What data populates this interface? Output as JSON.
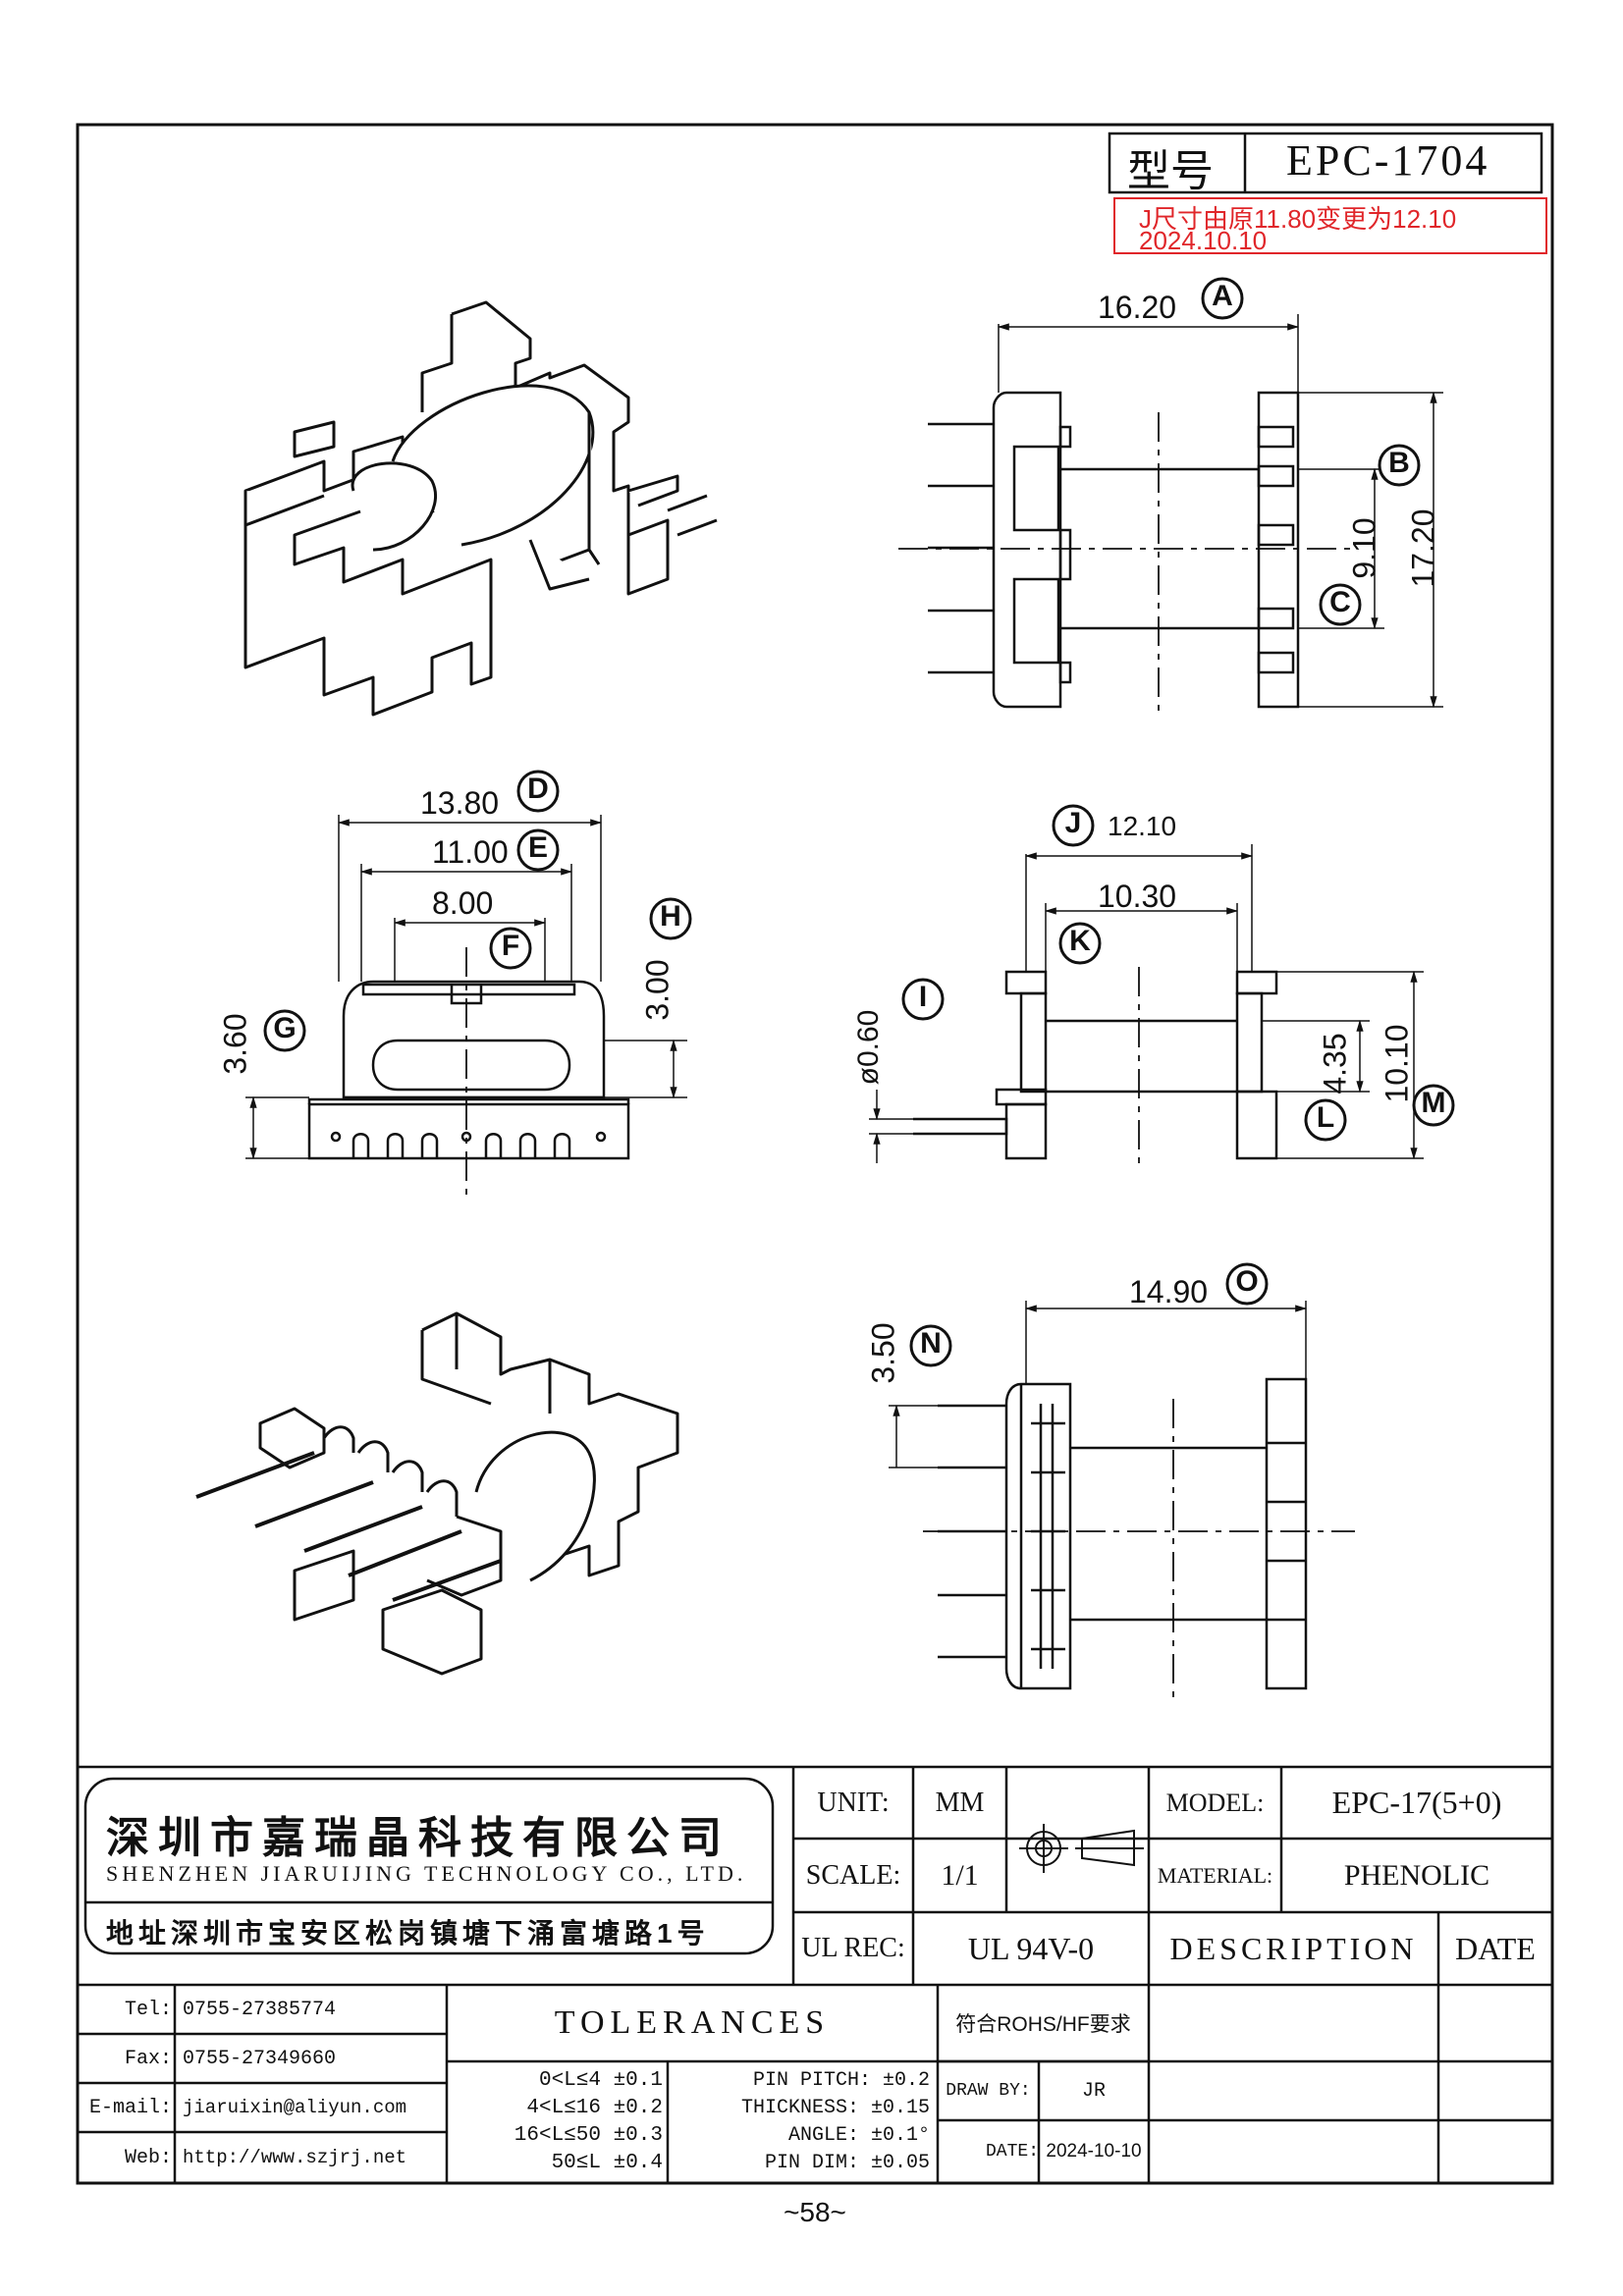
{
  "title_block": {
    "label_type": "型号",
    "model_code": "EPC-1704"
  },
  "revision_note": {
    "line1": "J尺寸由原11.80变更为12.10",
    "line2": "2024.10.10",
    "color": "#e0262a"
  },
  "views": {
    "top": {
      "dim_a": "16.20",
      "dim_b_label": "B",
      "dim_c_label": "C",
      "dim_910": "9.10",
      "dim_1720": "17.20",
      "label_a": "A"
    },
    "front": {
      "dim_d": "13.80",
      "dim_e": "11.00",
      "dim_f": "8.00",
      "dim_g": "3.60",
      "dim_h": "3.00",
      "label_d": "D",
      "label_e": "E",
      "label_f": "F",
      "label_g": "G",
      "label_h": "H"
    },
    "side": {
      "dim_j": "12.10",
      "dim_k": "10.30",
      "dim_i": "ø0.60",
      "dim_l": "4.35",
      "dim_m": "10.10",
      "label_j": "J",
      "label_k": "K",
      "label_i": "I",
      "label_l": "L",
      "label_m": "M"
    },
    "bottom": {
      "dim_o": "14.90",
      "dim_n": "3.50",
      "label_o": "O",
      "label_n": "N"
    }
  },
  "company": {
    "name_cn": "深圳市嘉瑞晶科技有限公司",
    "name_en": "SHENZHEN JIARUIJING TECHNOLOGY CO., LTD.",
    "address": "地址深圳市宝安区松岗镇塘下涌富塘路1号"
  },
  "spec_table": {
    "unit_label": "UNIT:",
    "unit_value": "MM",
    "scale_label": "SCALE:",
    "scale_value": "1/1",
    "ul_label": "UL REC:",
    "ul_value": "UL 94V-0",
    "model_label": "MODEL:",
    "model_value": "EPC-17(5+0)",
    "material_label": "MATERIAL:",
    "material_value": "PHENOLIC",
    "description_label": "DESCRIPTION",
    "date_label": "DATE"
  },
  "contacts": {
    "tel_label": "Tel:",
    "tel_value": "0755-27385774",
    "fax_label": "Fax:",
    "fax_value": "0755-27349660",
    "email_label": "E-mail:",
    "email_value": "jiaruixin@aliyun.com",
    "web_label": "Web:",
    "web_value": "http://www.szjrj.net"
  },
  "tolerances": {
    "title": "TOLERANCES",
    "rows": [
      "0<L≤4 ±0.1",
      "4<L≤16 ±0.2",
      "16<L≤50 ±0.3",
      "50≤L ±0.4"
    ],
    "pin_rows": [
      "PIN PITCH: ±0.2",
      "THICKNESS: ±0.15",
      "ANGLE: ±0.1°",
      "PIN DIM: ±0.05"
    ]
  },
  "approval": {
    "rohs": "符合ROHS/HF要求",
    "drawn_label": "DRAW BY:",
    "drawn_value": "JR",
    "date_label": "DATE:",
    "date_value": "2024-10-10"
  },
  "page_number": "~58~"
}
